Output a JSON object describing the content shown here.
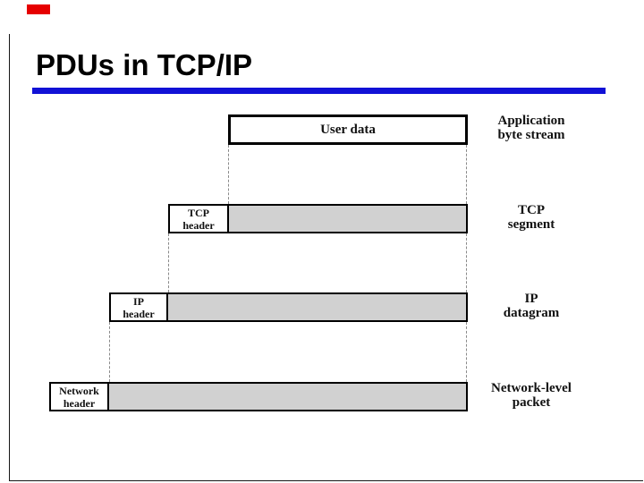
{
  "slide": {
    "title": "PDUs in TCP/IP",
    "accent_rule_color": "#1111d6",
    "corner_marker_color": "#e60000"
  },
  "diagram": {
    "data_fill_color": "#d1d1d1",
    "rows": [
      {
        "name": "application",
        "box_label": "User data",
        "side_label_line1": "Application",
        "side_label_line2": "byte stream"
      },
      {
        "name": "tcp",
        "header_line1": "TCP",
        "header_line2": "header",
        "side_label_line1": "TCP",
        "side_label_line2": "segment"
      },
      {
        "name": "ip",
        "header_line1": "IP",
        "header_line2": "header",
        "side_label_line1": "IP",
        "side_label_line2": "datagram"
      },
      {
        "name": "network",
        "header_line1": "Network",
        "header_line2": "header",
        "side_label_line1": "Network-level",
        "side_label_line2": "packet"
      }
    ]
  }
}
